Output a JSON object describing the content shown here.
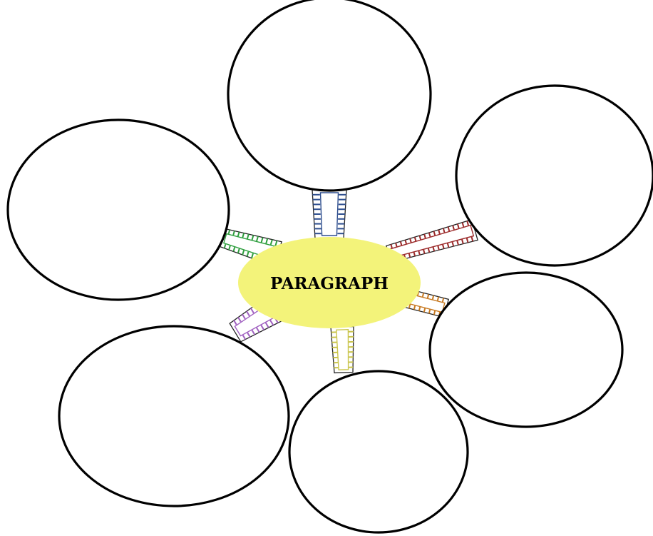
{
  "center": {
    "label": "PARAGRAPH",
    "fill": "#f3f37a"
  },
  "connectors": [
    {
      "name": "connector-top",
      "color": "#2f4f8f"
    },
    {
      "name": "connector-upper-left",
      "color": "#2e9e3e"
    },
    {
      "name": "connector-upper-right",
      "color": "#9b2a2a"
    },
    {
      "name": "connector-right",
      "color": "#c77a23"
    },
    {
      "name": "connector-lower-left",
      "color": "#a060c0"
    },
    {
      "name": "connector-bottom",
      "color": "#c9c44a"
    }
  ],
  "bubbles": [
    {
      "name": "bubble-top",
      "text": ""
    },
    {
      "name": "bubble-upper-left",
      "text": ""
    },
    {
      "name": "bubble-upper-right",
      "text": ""
    },
    {
      "name": "bubble-right",
      "text": ""
    },
    {
      "name": "bubble-lower-left",
      "text": ""
    },
    {
      "name": "bubble-bottom",
      "text": ""
    }
  ]
}
